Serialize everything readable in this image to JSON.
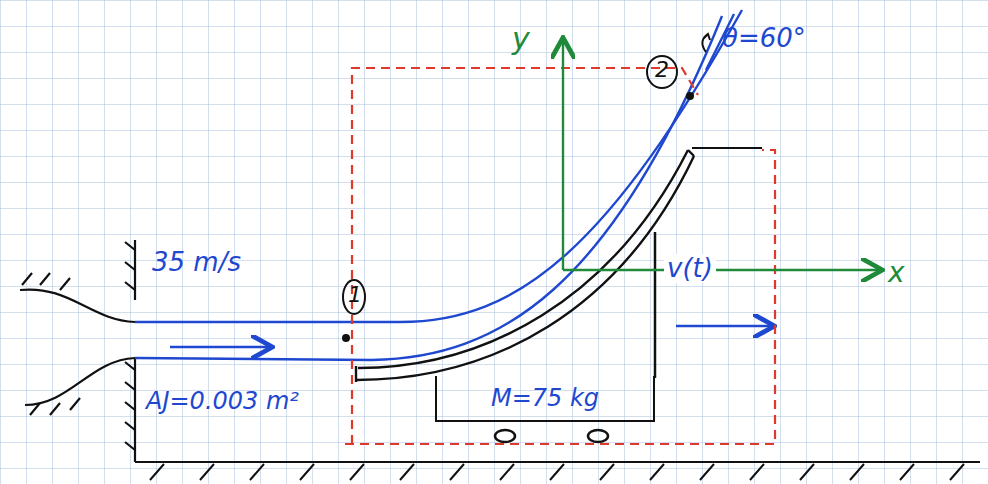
{
  "diagram": {
    "nodes": [
      {
        "text": [
          "M=75 kg"
        ]
      }
    ],
    "labels": [
      "35 m/s",
      "1",
      "2",
      "θ=60°",
      "AJ=0.003 m²",
      "v(t)",
      "x",
      "y"
    ]
  }
}
